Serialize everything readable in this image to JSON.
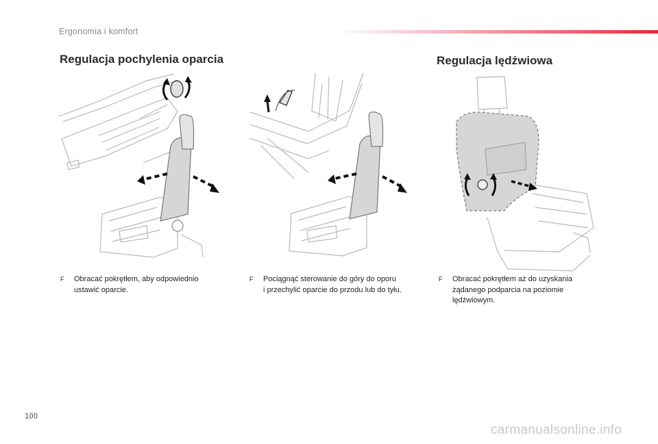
{
  "header": {
    "section_title": "Ergonomia i komfort"
  },
  "headings": {
    "left": "Regulacja pochylenia oparcia",
    "right": "Regulacja lędźwiowa"
  },
  "notes": [
    {
      "bullet": "F",
      "line1": "Obracać pokrętłem, aby odpowiednio",
      "line2": "ustawić oparcie.",
      "line3": ""
    },
    {
      "bullet": "F",
      "line1": "Pociągnąć sterowanie do góry do oporu",
      "line2": "i przechylić oparcie do przodu lub do tyłu.",
      "line3": ""
    },
    {
      "bullet": "F",
      "line1": "Obracać pokrętłem aż do uzyskania",
      "line2": "żądanego podparcia na poziomie",
      "line3": "lędźwiowym."
    }
  ],
  "footer": {
    "page_number": "100",
    "watermark": "carmanualsonline.info"
  },
  "colors": {
    "accent_red": "#e8283c",
    "line_grey": "#b8b8b8",
    "seat_fill": "#d6d6d6",
    "arrow": "#111111"
  }
}
